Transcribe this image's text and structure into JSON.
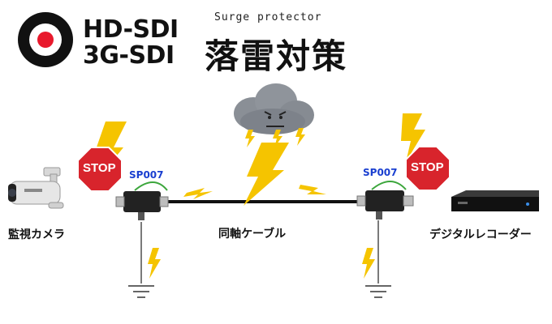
{
  "header": {
    "brand_line1": "HD-SDI",
    "brand_line2": "3G-SDI",
    "subtitle": "Surge protector",
    "title": "落雷対策"
  },
  "labels": {
    "camera": "監視カメラ",
    "cable": "同軸ケーブル",
    "recorder": "デジタルレコーダー",
    "left_model": "SP007",
    "right_model": "SP007",
    "stop_left": "STOP",
    "stop_right": "STOP"
  },
  "colors": {
    "accent_red": "#e8192c",
    "stop_red": "#d8242c",
    "bolt_yellow": "#f5c400",
    "model_blue": "#1a3fd0",
    "cloud_gray": "#8a8f96"
  },
  "icons": [
    "logo-target-icon",
    "camera-icon",
    "stop-sign-icon",
    "surge-protector-icon",
    "storm-cloud-icon",
    "lightning-bolt-icon",
    "ground-icon",
    "recorder-icon"
  ]
}
